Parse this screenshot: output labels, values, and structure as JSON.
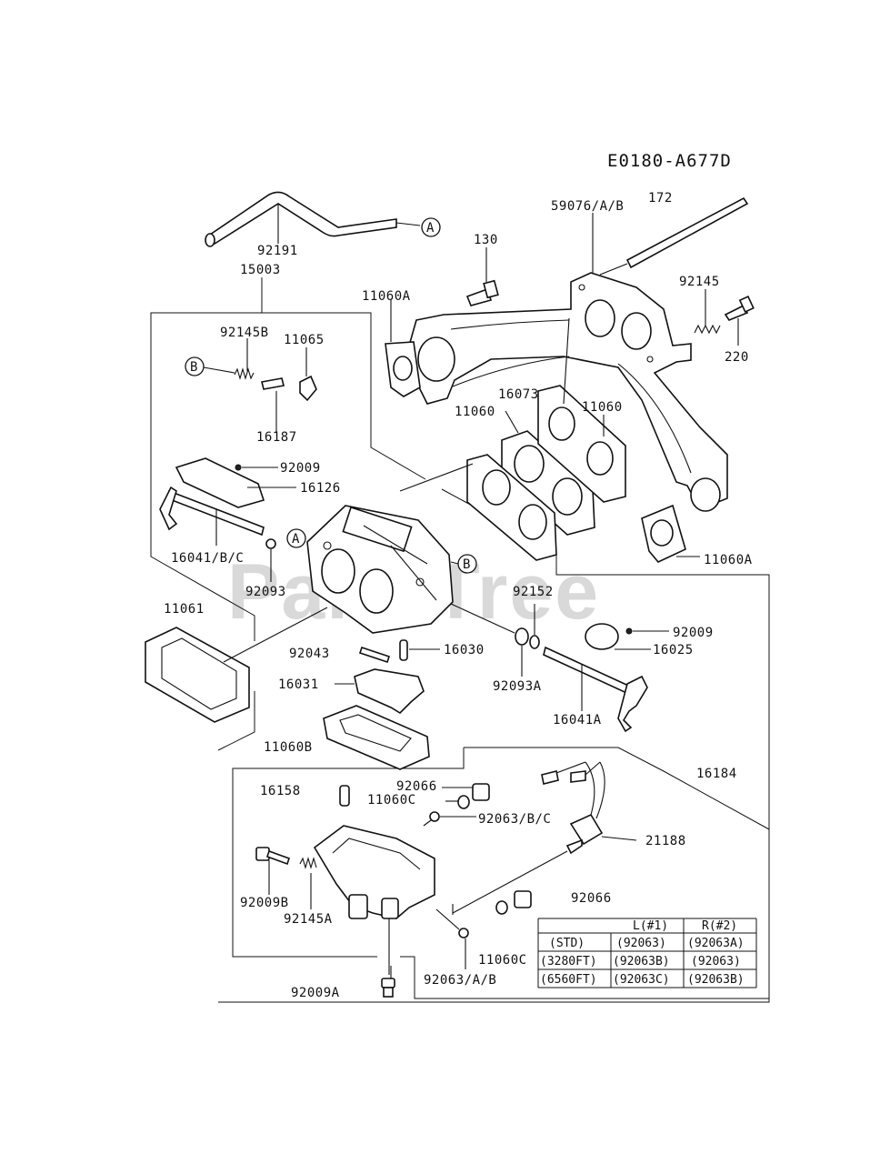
{
  "diagram_code": "E0180-A677D",
  "watermark": "PartsTree",
  "callouts": {
    "a": "A",
    "b": "B"
  },
  "labels": {
    "l92191": "92191",
    "l15003": "15003",
    "l130": "130",
    "l59076": "59076/A/B",
    "l172": "172",
    "l92145": "92145",
    "l220": "220",
    "l11060A_top": "11060A",
    "l92145B": "92145B",
    "l11065": "11065",
    "l16187": "16187",
    "l16073": "16073",
    "l11060_left": "11060",
    "l11060_right": "11060",
    "l92009_top": "92009",
    "l16126": "16126",
    "l16041BC": "16041/B/C",
    "l92093": "92093",
    "l11060A_right": "11060A",
    "l11061": "11061",
    "l92152": "92152",
    "l92009_mid": "92009",
    "l16025": "16025",
    "l92043": "92043",
    "l16030": "16030",
    "l16031": "16031",
    "l92093A": "92093A",
    "l16041A": "16041A",
    "l11060B": "11060B",
    "l16184": "16184",
    "l16158": "16158",
    "l92066_top": "92066",
    "l11060C_top": "11060C",
    "l92063BC": "92063/B/C",
    "l21188": "21188",
    "l92009B": "92009B",
    "l92145A": "92145A",
    "l92066_mid": "92066",
    "l11060C_bot": "11060C",
    "l92063AB": "92063/A/B",
    "l92009A": "92009A"
  },
  "table": {
    "headers": [
      "",
      "L(#1)",
      "R(#2)"
    ],
    "rows": [
      [
        "(STD)",
        "(92063)",
        "(92063A)"
      ],
      [
        "(3280FT)",
        "(92063B)",
        "(92063)"
      ],
      [
        "(6560FT)",
        "(92063C)",
        "(92063B)"
      ]
    ]
  }
}
